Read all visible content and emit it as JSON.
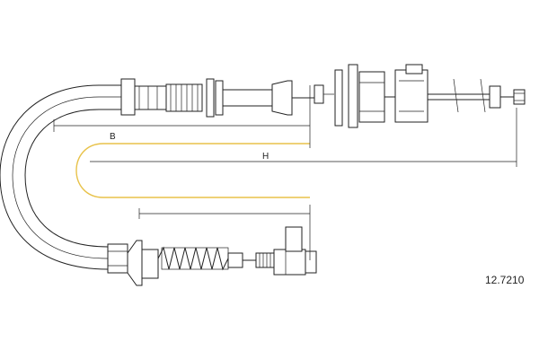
{
  "diagram": {
    "part_number": "12.7210",
    "dimension_labels": {
      "b": "B",
      "h": "H"
    },
    "colors": {
      "line": "#222222",
      "accent": "#e8c24a",
      "background": "#ffffff"
    }
  }
}
